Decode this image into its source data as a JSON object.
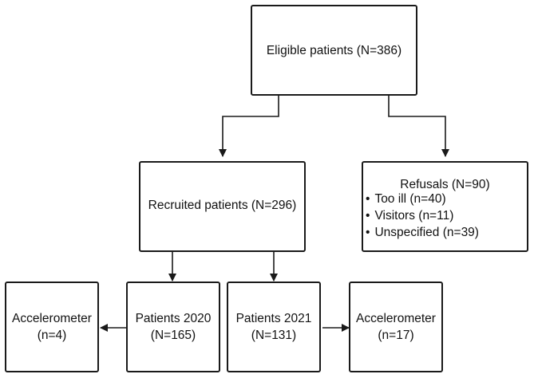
{
  "flowchart": {
    "eligible": {
      "text": "Eligible patients (N=386)"
    },
    "recruited": {
      "text": "Recruited patients (N=296)"
    },
    "refusals": {
      "title": "Refusals (N=90)",
      "items": [
        {
          "label": "Too ill (n=40)"
        },
        {
          "label": "Visitors (n=11)"
        },
        {
          "label": "Unspecified (n=39)"
        }
      ]
    },
    "patients_2020": {
      "line1": "Patients 2020",
      "line2": "(N=165)"
    },
    "patients_2021": {
      "line1": "Patients 2021",
      "line2": "(N=131)"
    },
    "accelerometer_2020": {
      "line1": "Accelerometer",
      "line2": "(n=4)"
    },
    "accelerometer_2021": {
      "line1": "Accelerometer",
      "line2": "(n=17)"
    }
  },
  "colors": {
    "stroke": "#1a1a1a",
    "background": "#ffffff"
  }
}
